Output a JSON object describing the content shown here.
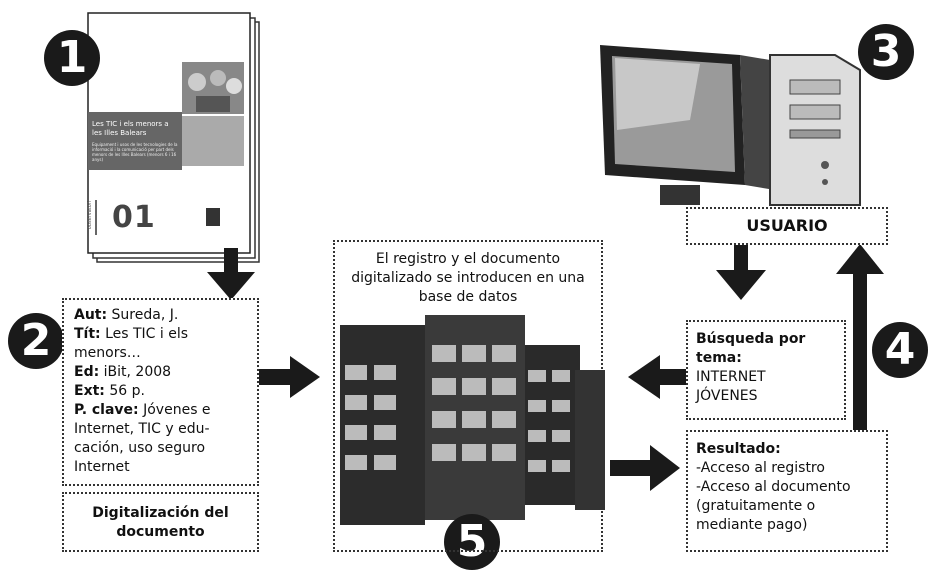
{
  "badges": [
    "1",
    "2",
    "3",
    "4",
    "5"
  ],
  "booklet": {
    "title": "Les TIC i els menors a les Illes Balears",
    "subtitle": "Equipament i usos de les tecnologies de la informació i la comunicació per part dels menors de les Illes Balears (menors 6 i 16 anys)",
    "number": "01",
    "spine": "observatori"
  },
  "record": {
    "aut_label": "Aut:",
    "aut_value": "Sureda, J.",
    "tit_label": "Tít:",
    "tit_value": "Les TIC i els menors…",
    "ed_label": "Ed:",
    "ed_value": "iBit, 2008",
    "ext_label": "Ext:",
    "ext_value": "56 p.",
    "pclave_label": "P. clave:",
    "pclave_value": "Jóvenes e Internet, TIC y edu-cación, uso seguro Internet"
  },
  "digitalizacion": "Digitalización del documento",
  "database_text": "El registro y el documento digitalizado se introducen en una base de datos",
  "usuario": "USUARIO",
  "busqueda": {
    "label": "Búsqueda por tema:",
    "line1": "INTERNET",
    "line2": "JÓVENES"
  },
  "resultado": {
    "label": "Resultado:",
    "line1": "-Acceso al registro",
    "line2": "-Acceso al documento",
    "line3": "(gratuitamente o mediante pago)"
  }
}
